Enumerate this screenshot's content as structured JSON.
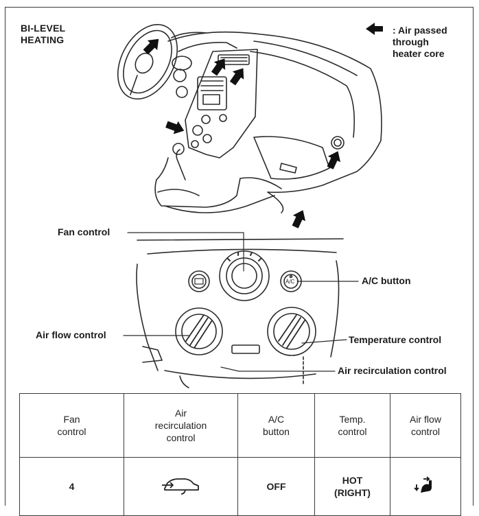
{
  "diagram": {
    "title_line1": "BI-LEVEL",
    "title_line2": "HEATING",
    "legend": {
      "icon": "black-arrow-icon",
      "line1": ": Air passed",
      "line2": "through",
      "line3": "heater core"
    },
    "callouts": {
      "fan_control": "Fan control",
      "ac_button": "A/C button",
      "air_flow_control": "Air flow control",
      "temperature_control": "Temperature control",
      "air_recirculation_control": "Air recirculation control"
    },
    "panel_button": "A/C"
  },
  "settings_table": {
    "headers": [
      {
        "line1": "Fan",
        "line2": "control",
        "line3": ""
      },
      {
        "line1": "Air",
        "line2": "recirculation",
        "line3": "control"
      },
      {
        "line1": "A/C",
        "line2": "button",
        "line3": ""
      },
      {
        "line1": "Temp.",
        "line2": "control",
        "line3": ""
      },
      {
        "line1": "Air flow",
        "line2": "control",
        "line3": ""
      }
    ],
    "row": {
      "fan": "4",
      "recirculation_icon": "car-outside-air-icon",
      "ac": "OFF",
      "temp_line1": "HOT",
      "temp_line2": "(RIGHT)",
      "air_flow_icon": "bi-level-mode-icon"
    }
  },
  "colors": {
    "line": "#2a2a2a",
    "arrow": "#111111"
  }
}
